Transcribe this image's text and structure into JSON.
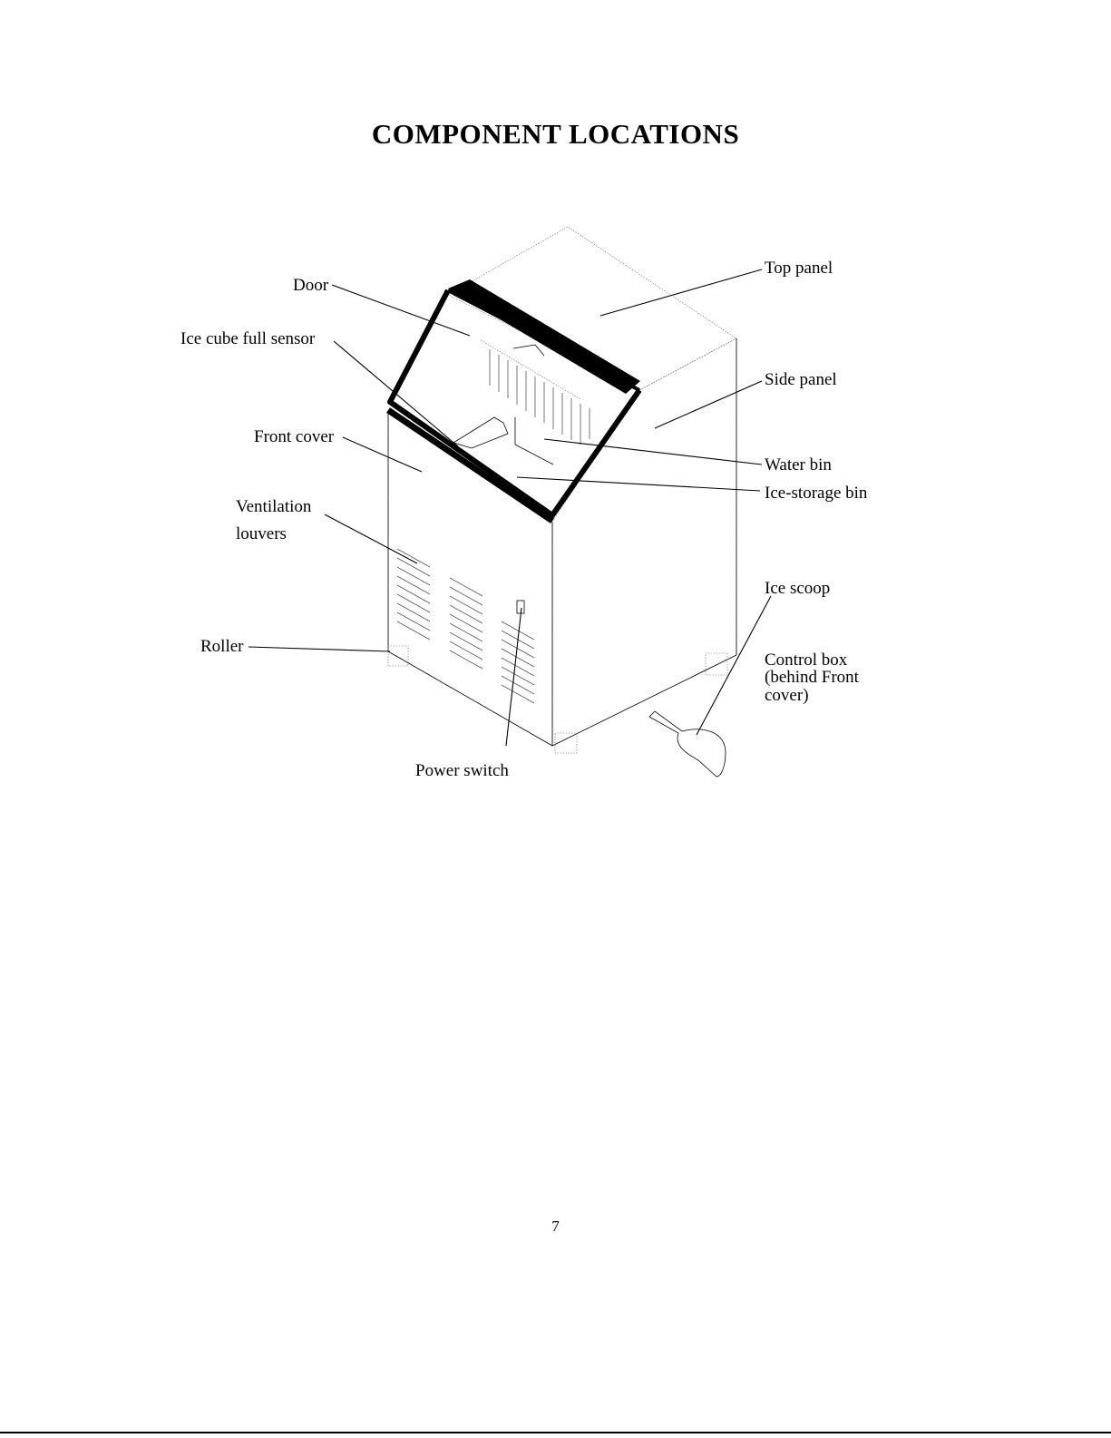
{
  "page": {
    "title": "COMPONENT LOCATIONS",
    "page_number": "7"
  },
  "diagram": {
    "labels": {
      "door": "Door",
      "ice_cube_full_sensor": "Ice cube full sensor",
      "front_cover": "Front cover",
      "ventilation_louvers_line1": "Ventilation",
      "ventilation_louvers_line2": "louvers",
      "roller": "Roller",
      "power_switch": "Power switch",
      "top_panel": "Top panel",
      "side_panel": "Side panel",
      "water_bin": "Water bin",
      "ice_storage_bin": "Ice-storage bin",
      "ice_scoop": "Ice scoop",
      "control_box_line1": "Control box",
      "control_box_line2": "(behind Front",
      "control_box_line3": "cover)"
    }
  }
}
